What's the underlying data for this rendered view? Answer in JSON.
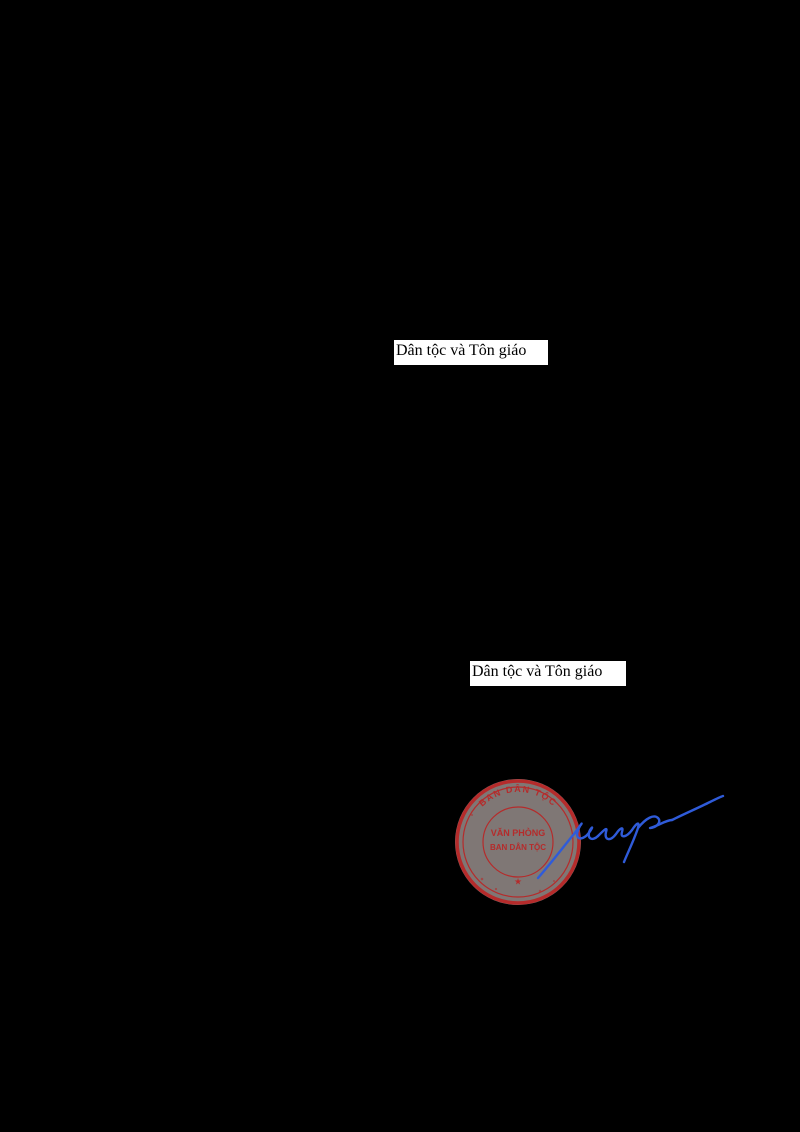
{
  "document": {
    "background_color": "#000000",
    "label_background": "#ffffff",
    "upper_label": "Dân tộc và Tôn giáo",
    "lower_label": "Dân tộc và Tôn giáo"
  },
  "seal": {
    "color": "#b52b2b",
    "top_text": "BAN DÂN TỘC",
    "center_line_1": "VĂN PHÒNG",
    "center_line_2": "BAN DÂN TỘC",
    "bottom_text": "★"
  },
  "signature": {
    "color": "#2f5bd9"
  }
}
